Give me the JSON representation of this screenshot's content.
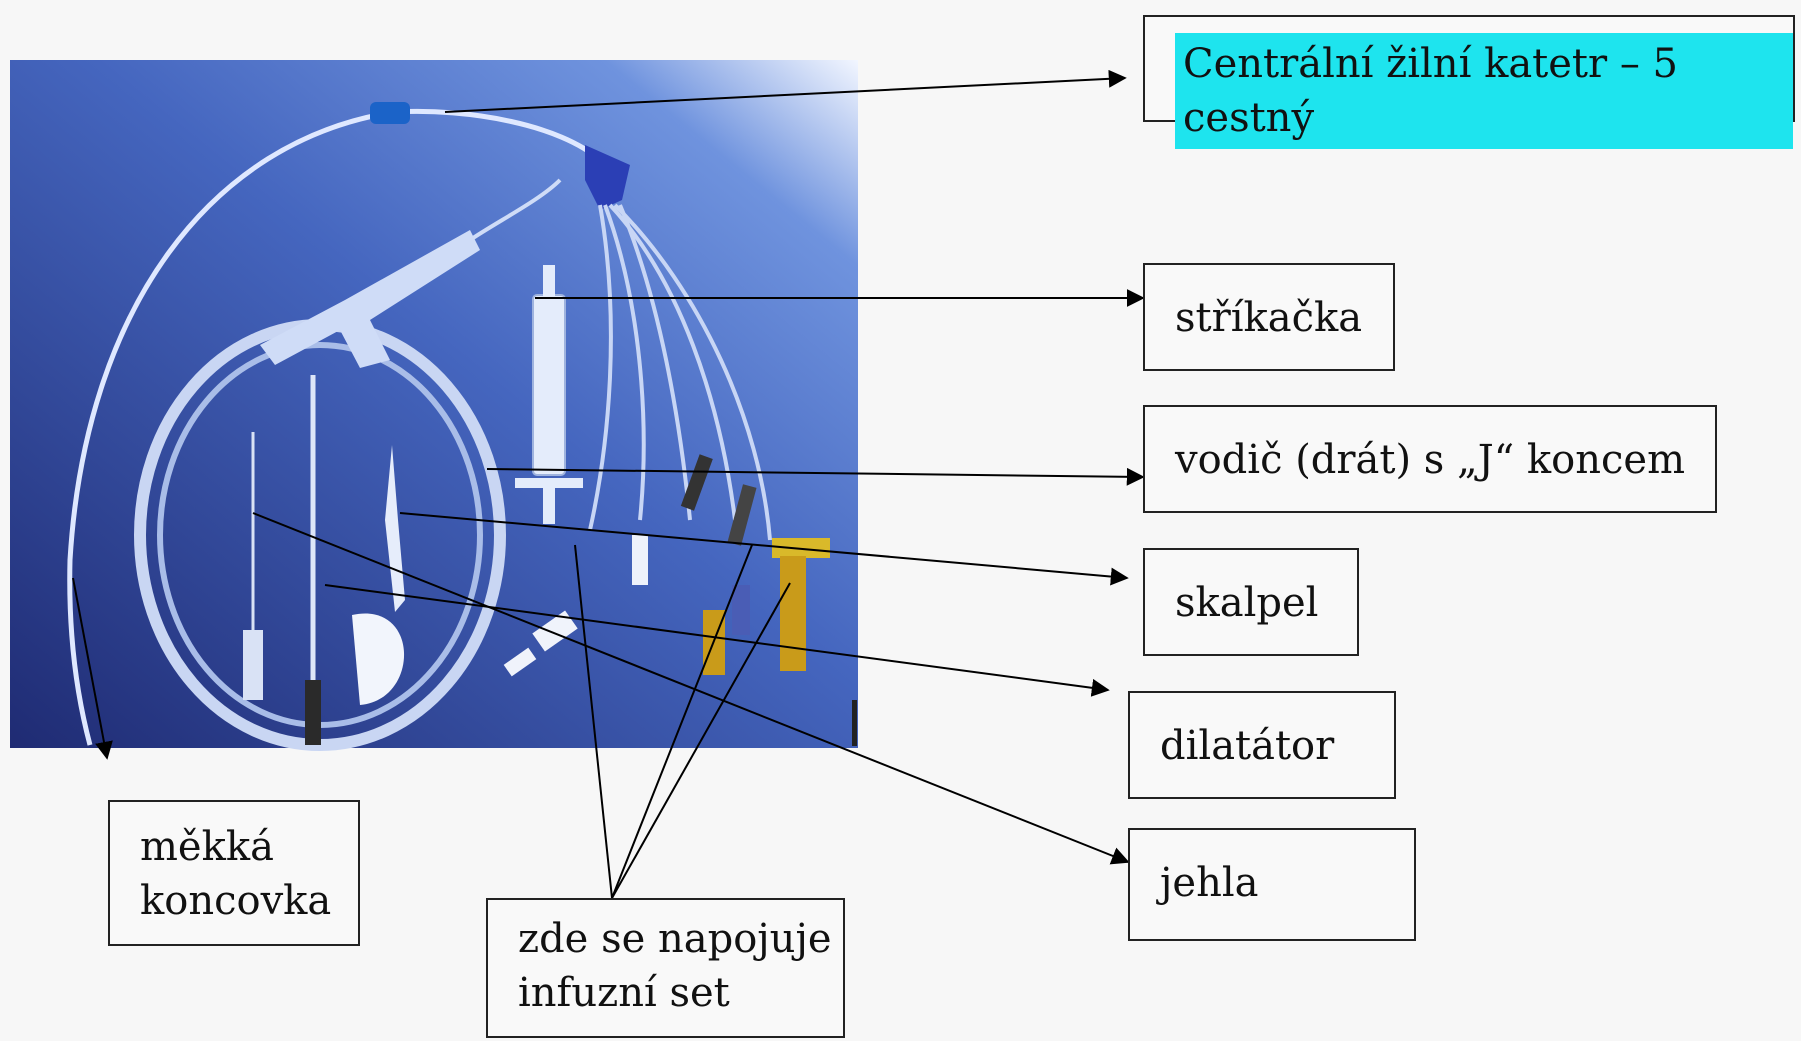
{
  "diagram": {
    "title": "Centrální žilní katetr – 5 cestný",
    "labels": {
      "syringe": "stříkačka",
      "guidewire": "vodič (drát) s „J“ koncem",
      "scalpel": "skalpel",
      "dilator": "dilatátor",
      "needle": "jehla",
      "soft_tip": "měkká\nkoncovka",
      "infusion_port": "zde se napojuje\ninfuzní set"
    },
    "colors": {
      "title_highlight": "#1ee4ee",
      "photo_bg_dark": "#25337a",
      "photo_bg_light": "#5a7fd0",
      "arrow": "#000000"
    },
    "photo": {
      "subject": "central venous catheter kit photo"
    }
  }
}
